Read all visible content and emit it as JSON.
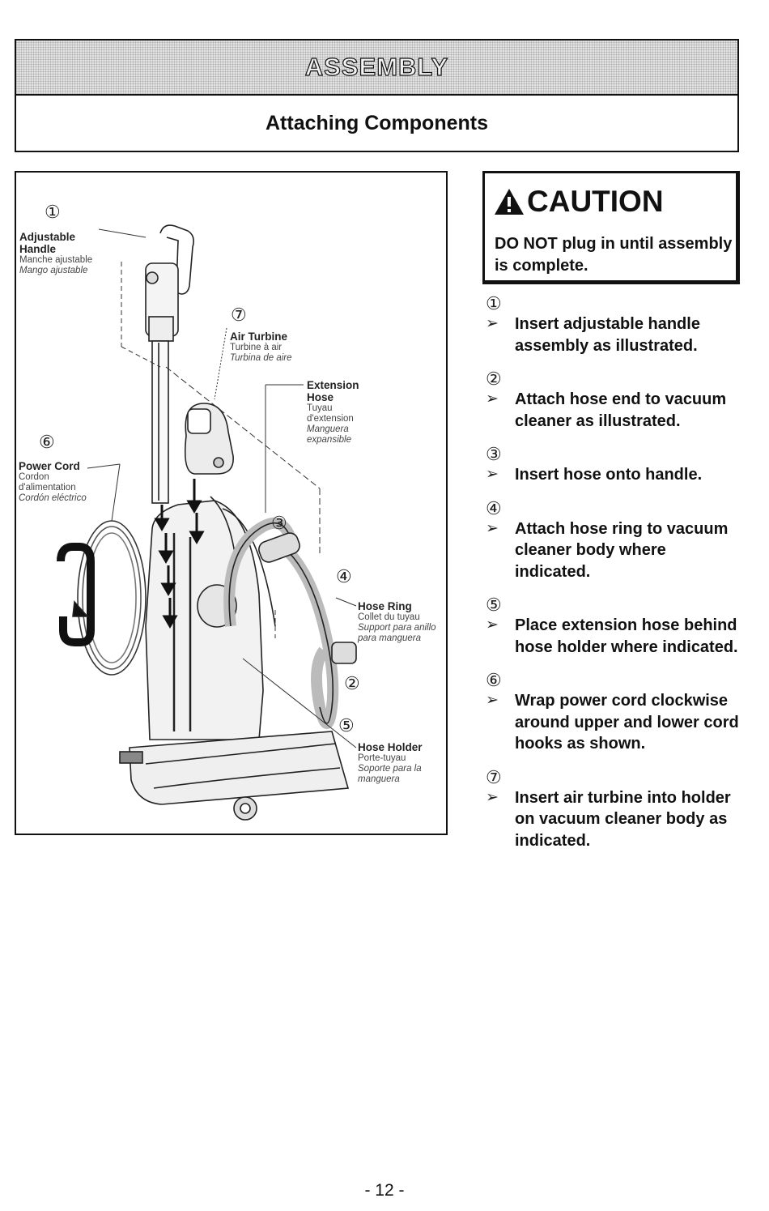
{
  "header": {
    "title": "ASSEMBLY",
    "subtitle": "Attaching Components"
  },
  "figure": {
    "labels": {
      "adjustable_handle": {
        "num": "①",
        "en": "Adjustable Handle",
        "fr": "Manche ajustable",
        "es": "Mango ajustable"
      },
      "air_turbine": {
        "num": "⑦",
        "en": "Air Turbine",
        "fr": "Turbine à air",
        "es": "Turbina de aire"
      },
      "extension_hose": {
        "en": "Extension Hose",
        "fr": "Tuyau d'extension",
        "es": "Manguera expansible"
      },
      "power_cord": {
        "num": "⑥",
        "en": "Power Cord",
        "fr": "Cordon d'alimentation",
        "es": "Cordón eléctrico"
      },
      "hose_ring": {
        "en": "Hose Ring",
        "fr": "Collet du tuyau",
        "es": "Support para anillo para manguera"
      },
      "hose_holder": {
        "en": "Hose Holder",
        "fr": "Porte-tuyau",
        "es": "Soporte para la manguera"
      }
    },
    "callouts": {
      "n2": "②",
      "n3": "③",
      "n4": "④",
      "n5": "⑤"
    }
  },
  "caution": {
    "title": "CAUTION",
    "text": "DO NOT plug in until assembly is complete."
  },
  "steps": [
    {
      "num": "①",
      "text": "Insert adjustable handle assembly as illustrated."
    },
    {
      "num": "②",
      "text": "Attach hose end to vacuum cleaner as illustrated."
    },
    {
      "num": "③",
      "text": "Insert hose onto handle."
    },
    {
      "num": "④",
      "text": "Attach hose ring to vacuum cleaner body where indicated."
    },
    {
      "num": "⑤",
      "text": "Place extension hose behind hose holder where indicated."
    },
    {
      "num": "⑥",
      "text": "Wrap power cord clockwise around upper and lower cord hooks as shown."
    },
    {
      "num": "⑦",
      "text": "Insert air turbine into holder on vacuum cleaner body as indicated."
    }
  ],
  "footer": {
    "page": "- 12 -"
  }
}
